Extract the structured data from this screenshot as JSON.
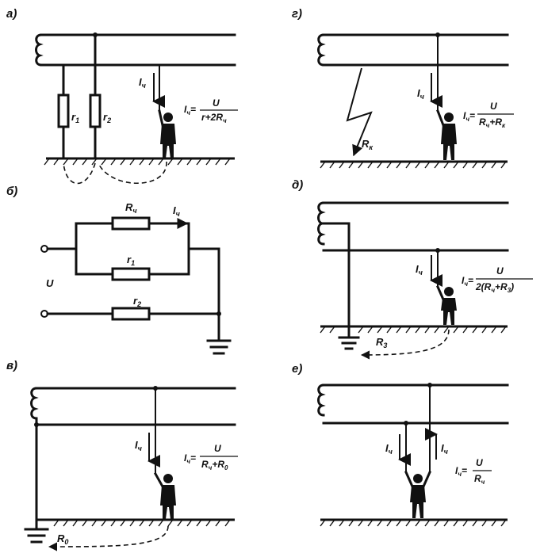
{
  "panels": {
    "a": {
      "label": "а)",
      "r1": "r",
      "r1_sub": "1",
      "r2": "r",
      "r2_sub": "2",
      "current": "I",
      "current_sub": "ч",
      "formula_lhs": "I",
      "formula_lhs_sub": "ч",
      "formula_num": "U",
      "formula_den": "r+2R",
      "formula_den_sub": "ч"
    },
    "b": {
      "label": "б)",
      "rch": "R",
      "rch_sub": "ч",
      "ich": "I",
      "ich_sub": "ч",
      "r1": "r",
      "r1_sub": "1",
      "r2": "r",
      "r2_sub": "2",
      "u": "U"
    },
    "v": {
      "label": "в)",
      "current": "I",
      "current_sub": "ч",
      "formula_lhs": "I",
      "formula_lhs_sub": "ч",
      "formula_num": "U",
      "formula_den": "R",
      "formula_den_sub": "ч",
      "formula_den2": "+R",
      "formula_den2_sub": "0",
      "r0": "R",
      "r0_sub": "0"
    },
    "g": {
      "label": "г)",
      "current": "I",
      "current_sub": "ч",
      "formula_lhs": "I",
      "formula_lhs_sub": "ч",
      "formula_num": "U",
      "formula_den": "R",
      "formula_den_sub": "ч",
      "formula_den2": "+R",
      "formula_den2_sub": "к",
      "rk": "R",
      "rk_sub": "к"
    },
    "d": {
      "label": "д)",
      "current": "I",
      "current_sub": "ч",
      "formula_lhs": "I",
      "formula_lhs_sub": "ч",
      "formula_num": "U",
      "formula_den": "2(R",
      "formula_den_sub": "ч",
      "formula_den2": "+R",
      "formula_den2_sub": "3",
      "formula_den3": ")",
      "r3": "R",
      "r3_sub": "3"
    },
    "e": {
      "label": "е)",
      "current_left": "I",
      "current_left_sub": "ч",
      "current_right": "I",
      "current_right_sub": "ч",
      "formula_lhs": "I",
      "formula_lhs_sub": "ч",
      "formula_num": "U",
      "formula_den": "R",
      "formula_den_sub": "ч"
    }
  }
}
